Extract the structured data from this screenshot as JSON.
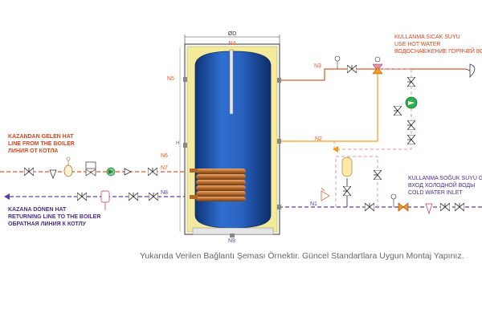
{
  "labels": {
    "dimension_diameter": "ØD",
    "dimension_height": "H",
    "n1": "N1",
    "n2": "N2",
    "n3": "N3",
    "n4": "N4",
    "n5": "N5",
    "n6": "N6",
    "n7": "N7",
    "n8": "N8",
    "n9": "N9"
  },
  "boiler_flow": {
    "line1": "KAZANDAN GELEN HAT",
    "line2": "LINE FROM THE BOILER",
    "line3": "ЛИНИЯ ОТ КОТЛА"
  },
  "boiler_return": {
    "line1": "KAZANA DÖNEN HAT",
    "line2": "RETURNING LINE TO THE BOILER",
    "line3": "ОБРАТНАЯ ЛИНИЯ К КОТЛУ"
  },
  "hot_water": {
    "line1": "KULLANMA SICAK SUYU",
    "line2": "USE HOT WATER",
    "line3": "ВОДОСНАБЖЕНИЕ ГОРЯЧЕЙ ВОДЫ"
  },
  "cold_water": {
    "line1": "KULLANMA SOĞUK SUYU GİRİŞİ",
    "line2": "ВХОД ХОЛОДНОЙ ВОДЫ",
    "line3": "COLD WATER INLET"
  },
  "caption": "Yukarıda Verilen Bağlantı Şeması Örnektir. Güncel Standartlara Uygun Montaj Yapınız.",
  "colors": {
    "tank_blue": "#1c4fa6",
    "insulation": "#f3ea9c",
    "hot_line": "#e2582a",
    "return_line": "#5a3fa0",
    "dhw_line": "#f39a1e",
    "recirc_line": "#e890b0",
    "coil": "#b5682c"
  }
}
